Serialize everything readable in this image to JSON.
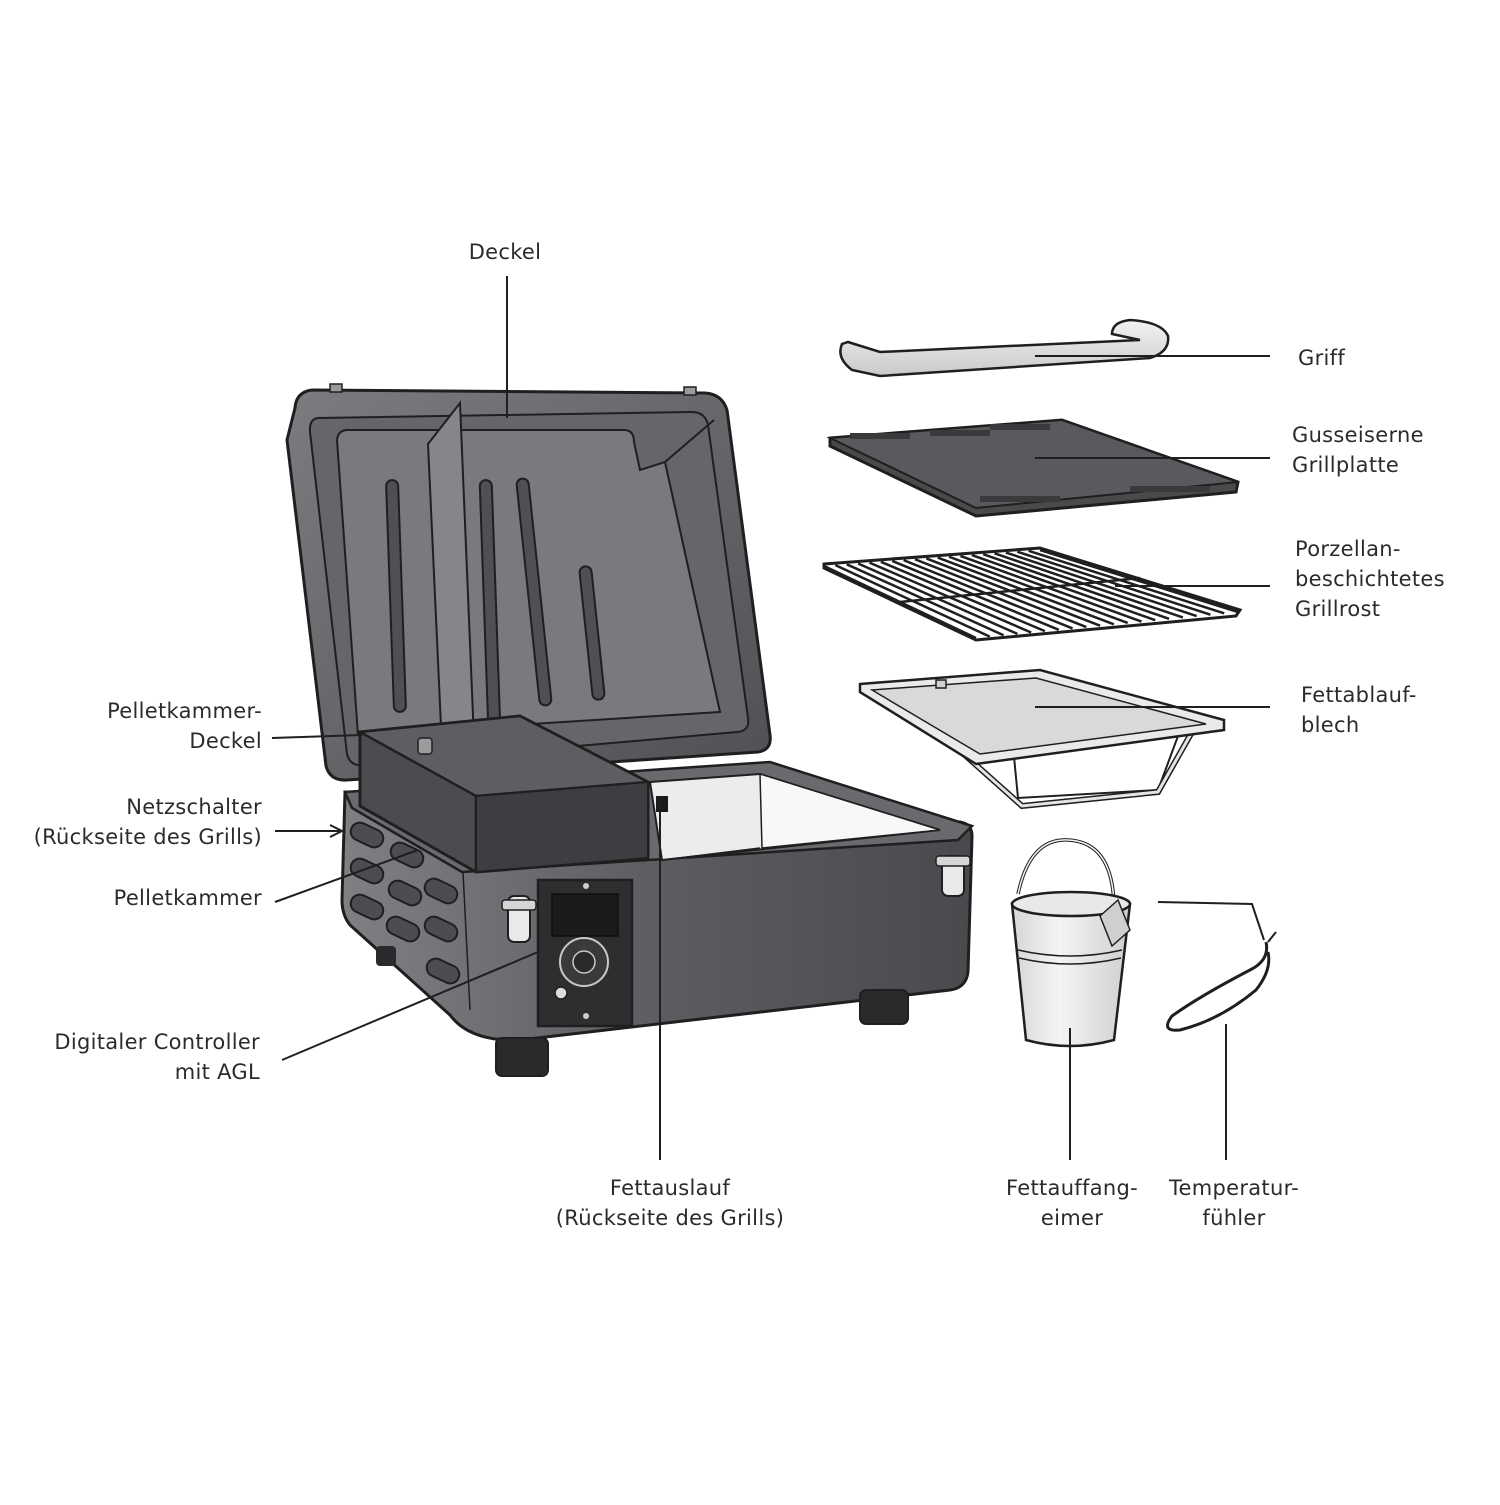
{
  "labels": {
    "deckel": "Deckel",
    "griff": "Griff",
    "grillplatte": [
      "Gusseiserne",
      "Grillplatte"
    ],
    "grillrost": [
      "Porzellan-",
      "beschichtetes",
      "Grillrost"
    ],
    "fettablaufblech": [
      "Fettablauf-",
      "blech"
    ],
    "pelletkammer_deckel": [
      "Pelletkammer-",
      "Deckel"
    ],
    "netzschalter": [
      "Netzschalter",
      "(Rückseite des Grills)"
    ],
    "pelletkammer": "Pelletkammer",
    "controller": [
      "Digitaler Controller",
      "mit AGL"
    ],
    "fettauslauf": [
      "Fettauslauf",
      "(Rückseite des Grills)"
    ],
    "eimer": [
      "Fettauffang-",
      "eimer"
    ],
    "fuehler": [
      "Temperatur-",
      "fühler"
    ]
  },
  "colors": {
    "body": "#5b5b5e",
    "body_dark": "#3c3c3f",
    "lid_inner": "#6b6b6e",
    "outline": "#1f1f1f",
    "light_part": "#e3e3e3",
    "leader": "#1f1f1f"
  }
}
